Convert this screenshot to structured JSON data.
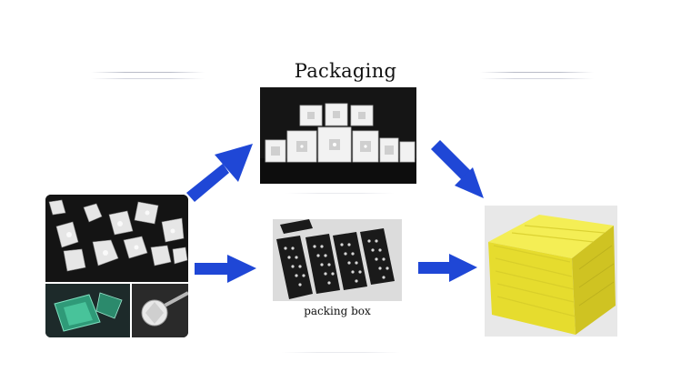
{
  "title": "Packaging",
  "caption": "packing box",
  "colors": {
    "arrow": "#1f47d6",
    "box_yellow": "#ece53c",
    "photo_dark": "#151515"
  },
  "images": {
    "diamonds": "loose-diamonds-photo",
    "gem_boxes": "white-gem-display-boxes-photo",
    "packing_box": "black-gem-tray-packing-photo",
    "yellow_package": "yellow-wrapped-package-photo"
  }
}
